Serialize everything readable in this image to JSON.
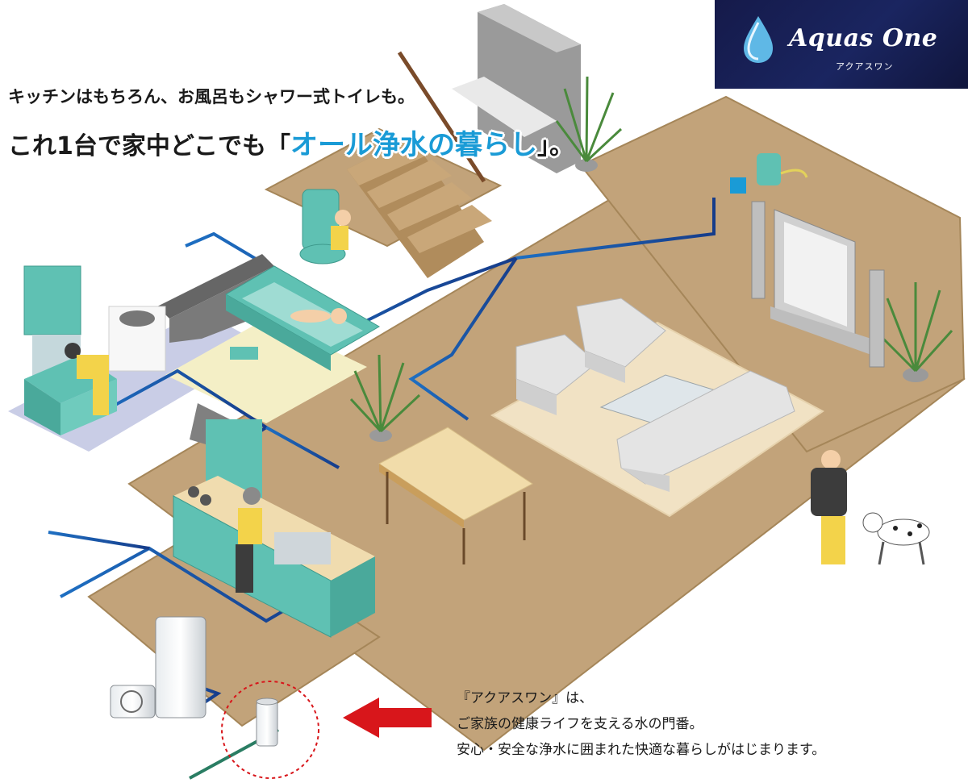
{
  "logo": {
    "brand": "Aquas One",
    "kana": "アクアスワン"
  },
  "headline": {
    "line1": "キッチンはもちろん、お風呂もシャワー式トイレも。",
    "line2_prefix": "これ1台で家中どこでも「",
    "line2_highlight": "オール浄水の暮らし",
    "line2_suffix": "」。"
  },
  "caption": {
    "line1": "『アクアスワン』は、",
    "line2": "ご家族の健康ライフを支える水の門番。",
    "line3": "安心・安全な浄水に囲まれた快適な暮らしがはじまります。"
  },
  "colors": {
    "floor": "#c3a57b",
    "floor_dark": "#a8895e",
    "pipe": "#1d4fa3",
    "fixture": "#5fc1b3",
    "accent_red": "#d8161b",
    "logo_bg": "#151a4a",
    "highlight": "#1a9bd6"
  }
}
